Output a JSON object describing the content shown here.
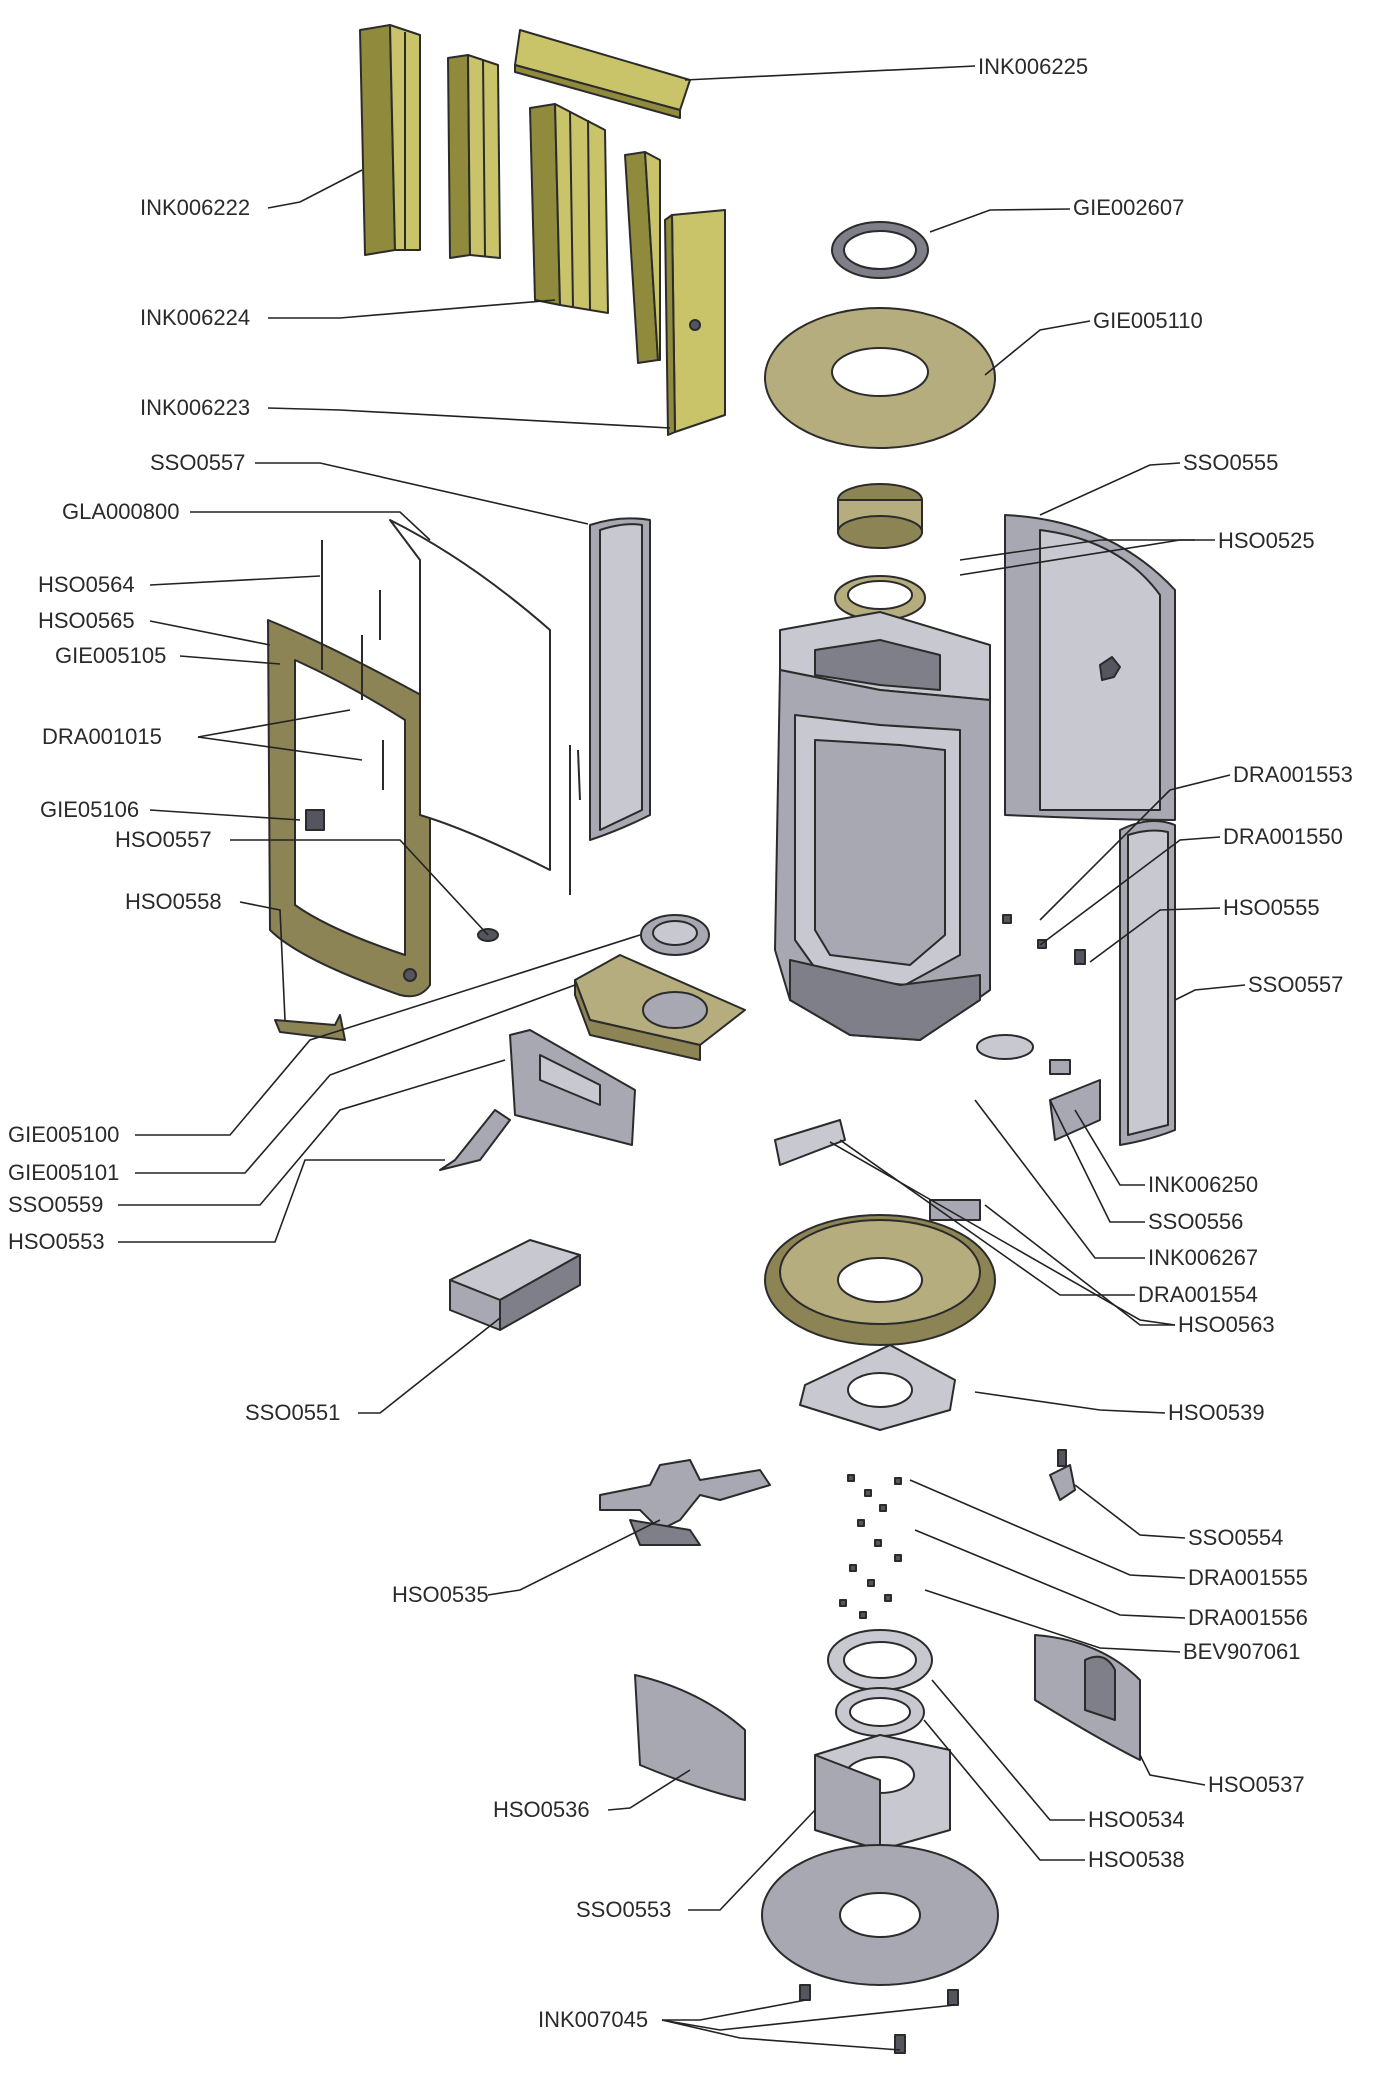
{
  "labels": [
    {
      "id": "ink006225",
      "text": "INK006225"
    },
    {
      "id": "ink006222",
      "text": "INK006222"
    },
    {
      "id": "gie002607",
      "text": "GIE002607"
    },
    {
      "id": "ink006224",
      "text": "INK006224"
    },
    {
      "id": "gie005110",
      "text": "GIE005110"
    },
    {
      "id": "ink006223",
      "text": "INK006223"
    },
    {
      "id": "sso0557_a",
      "text": "SSO0557"
    },
    {
      "id": "sso0555",
      "text": "SSO0555"
    },
    {
      "id": "gla000800",
      "text": "GLA000800"
    },
    {
      "id": "hso0525",
      "text": "HSO0525"
    },
    {
      "id": "hso0564",
      "text": "HSO0564"
    },
    {
      "id": "hso0565",
      "text": "HSO0565"
    },
    {
      "id": "gie005105",
      "text": "GIE005105"
    },
    {
      "id": "dra001015",
      "text": "DRA001015"
    },
    {
      "id": "dra001553",
      "text": "DRA001553"
    },
    {
      "id": "gie05106",
      "text": "GIE05106"
    },
    {
      "id": "dra001550",
      "text": "DRA001550"
    },
    {
      "id": "hso0557",
      "text": "HSO0557"
    },
    {
      "id": "hso0558",
      "text": "HSO0558"
    },
    {
      "id": "hso0555",
      "text": "HSO0555"
    },
    {
      "id": "sso0557_b",
      "text": "SSO0557"
    },
    {
      "id": "gie005100",
      "text": "GIE005100"
    },
    {
      "id": "gie005101",
      "text": "GIE005101"
    },
    {
      "id": "sso0559",
      "text": "SSO0559"
    },
    {
      "id": "hso0553",
      "text": "HSO0553"
    },
    {
      "id": "ink006250",
      "text": "INK006250"
    },
    {
      "id": "sso0556",
      "text": "SSO0556"
    },
    {
      "id": "ink006267",
      "text": "INK006267"
    },
    {
      "id": "dra001554",
      "text": "DRA001554"
    },
    {
      "id": "hso0563",
      "text": "HSO0563"
    },
    {
      "id": "sso0551",
      "text": "SSO0551"
    },
    {
      "id": "hso0539",
      "text": "HSO0539"
    },
    {
      "id": "sso0554",
      "text": "SSO0554"
    },
    {
      "id": "dra001555",
      "text": "DRA001555"
    },
    {
      "id": "hso0535",
      "text": "HSO0535"
    },
    {
      "id": "dra001556",
      "text": "DRA001556"
    },
    {
      "id": "bev907061",
      "text": "BEV907061"
    },
    {
      "id": "hso0537",
      "text": "HSO0537"
    },
    {
      "id": "hso0536",
      "text": "HSO0536"
    },
    {
      "id": "hso0534",
      "text": "HSO0534"
    },
    {
      "id": "hso0538",
      "text": "HSO0538"
    },
    {
      "id": "sso0553",
      "text": "SSO0553"
    },
    {
      "id": "ink007045",
      "text": "INK007045"
    }
  ]
}
